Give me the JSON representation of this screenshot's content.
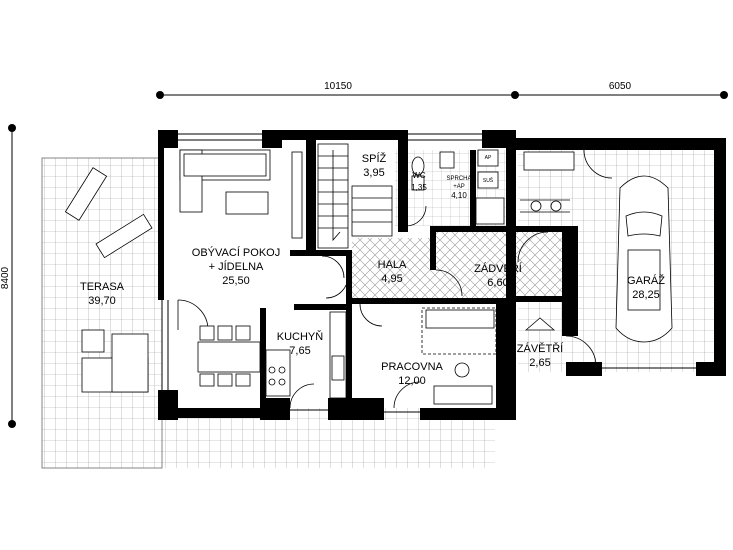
{
  "dimensions": {
    "top_left": "10150",
    "top_right": "6050",
    "left": "8400"
  },
  "rooms": {
    "obyvaci": {
      "name1": "OBÝVACÍ POKOJ",
      "name2": "+ JÍDELNA",
      "area": "25,50"
    },
    "spiz": {
      "name": "SPÍŽ",
      "area": "3,95"
    },
    "wc": {
      "name": "WC",
      "area": "1,35"
    },
    "sprcha": {
      "name1": "SPRCHA",
      "name2": "+AP",
      "area": "4,10"
    },
    "hala": {
      "name": "HALA",
      "area": "4,95"
    },
    "zadveri": {
      "name": "ZÁDVEŘÍ",
      "area": "6,60"
    },
    "terasa": {
      "name": "TERASA",
      "area": "39,70"
    },
    "kuchyn": {
      "name": "KUCHYŇ",
      "area": "7,65"
    },
    "pracovna": {
      "name": "PRACOVNA",
      "area": "12,00"
    },
    "zavetri": {
      "name": "ZÁVĚTŘÍ",
      "area": "2,65"
    },
    "garaz": {
      "name": "GARÁŽ",
      "area": "28,25"
    }
  },
  "fixtures": {
    "ap_label": "AP",
    "sus_label": "SUŠ"
  }
}
